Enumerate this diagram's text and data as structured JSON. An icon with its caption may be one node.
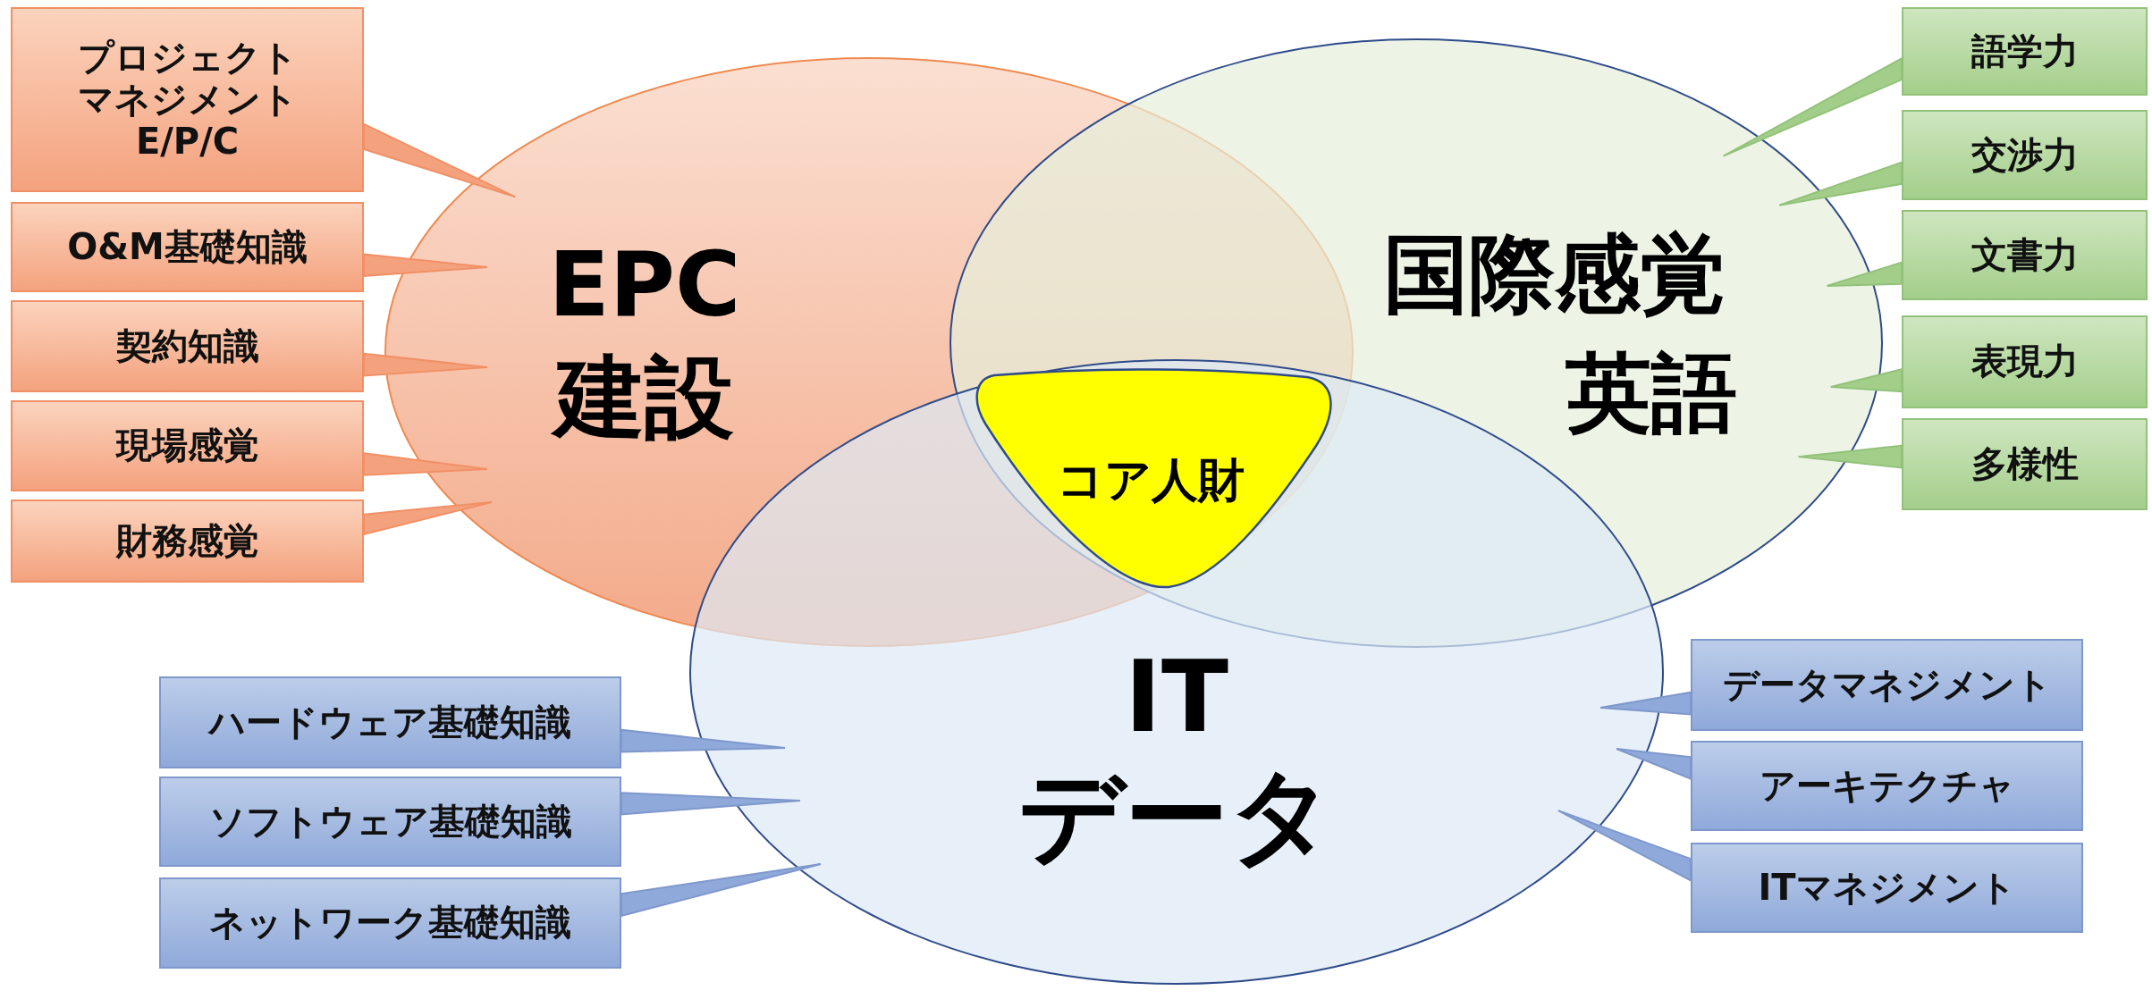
{
  "diagram": {
    "nodes": [
      {
        "text": [
          "EPC",
          "建設"
        ]
      },
      {
        "text": [
          "国際感覚",
          "英語"
        ]
      },
      {
        "text": [
          "IT",
          "データ"
        ]
      },
      {
        "text": [
          "コア人財"
        ]
      },
      {
        "text": [
          "プロジェクトマネジメント",
          "E/P/C"
        ]
      },
      {
        "text": [
          "O&M基礎知識"
        ]
      },
      {
        "text": [
          "契約知識"
        ]
      },
      {
        "text": [
          "現場感覚"
        ]
      },
      {
        "text": [
          "財務感覚"
        ]
      },
      {
        "text": [
          "語学力"
        ]
      },
      {
        "text": [
          "交渉力"
        ]
      },
      {
        "text": [
          "文書力"
        ]
      },
      {
        "text": [
          "表現力"
        ]
      },
      {
        "text": [
          "多様性"
        ]
      },
      {
        "text": [
          "ハードウェア基礎知識"
        ]
      },
      {
        "text": [
          "ソフトウェア基礎知識"
        ]
      },
      {
        "text": [
          "ネットワーク基礎知識"
        ]
      },
      {
        "text": [
          "データマネジメント"
        ]
      },
      {
        "text": [
          "アーキテクチャ"
        ]
      },
      {
        "text": [
          "ITマネジメント"
        ]
      }
    ],
    "edges": [
      {
        "from": 4,
        "to": 0,
        "arrow": "none"
      },
      {
        "from": 5,
        "to": 0,
        "arrow": "none"
      },
      {
        "from": 6,
        "to": 0,
        "arrow": "none"
      },
      {
        "from": 7,
        "to": 0,
        "arrow": "none"
      },
      {
        "from": 8,
        "to": 0,
        "arrow": "none"
      },
      {
        "from": 9,
        "to": 1,
        "arrow": "none"
      },
      {
        "from": 10,
        "to": 1,
        "arrow": "none"
      },
      {
        "from": 11,
        "to": 1,
        "arrow": "none"
      },
      {
        "from": 12,
        "to": 1,
        "arrow": "none"
      },
      {
        "from": 13,
        "to": 1,
        "arrow": "none"
      },
      {
        "from": 14,
        "to": 2,
        "arrow": "none"
      },
      {
        "from": 15,
        "to": 2,
        "arrow": "none"
      },
      {
        "from": 16,
        "to": 2,
        "arrow": "none"
      },
      {
        "from": 17,
        "to": 2,
        "arrow": "none"
      },
      {
        "from": 18,
        "to": 2,
        "arrow": "none"
      },
      {
        "from": 19,
        "to": 2,
        "arrow": "none"
      }
    ]
  }
}
